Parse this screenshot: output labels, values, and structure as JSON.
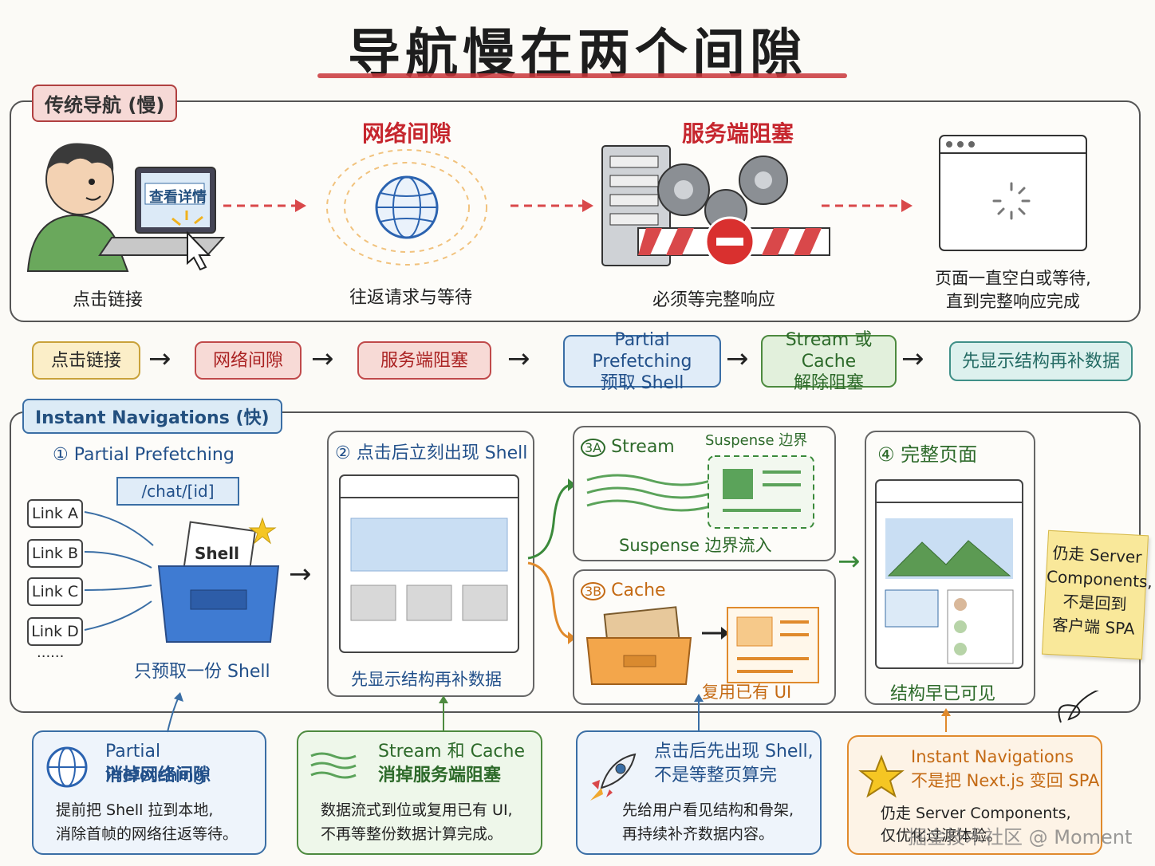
{
  "title": "导航慢在两个间隙",
  "slow": {
    "tag": "传统导航 (慢)",
    "laptop_text": "查看详情",
    "network_label": "网络间隙",
    "server_label": "服务端阻塞",
    "captions": {
      "click": "点击链接",
      "roundtrip": "往返请求与等待",
      "wait_response": "必须等完整响应",
      "blank_1": "页面一直空白或等待,",
      "blank_2": "直到完整响应完成"
    }
  },
  "flow": [
    {
      "text": "点击链接",
      "color": "yellow"
    },
    {
      "text": "网络间隙",
      "color": "red"
    },
    {
      "text": "服务端阻塞",
      "color": "red"
    },
    {
      "line1": "Partial Prefetching",
      "line2": "预取 Shell",
      "color": "blue"
    },
    {
      "line1": "Stream 或 Cache",
      "line2": "解除阻塞",
      "color": "green"
    },
    {
      "text": "先显示结构再补数据",
      "color": "teal"
    }
  ],
  "fast": {
    "tag": "Instant Navigations (快)",
    "step1": {
      "num": "①",
      "title": "Partial Prefetching",
      "route": "/chat/[id]",
      "links": [
        "Link A",
        "Link B",
        "Link C",
        "Link D"
      ],
      "more": "......",
      "box_label": "Shell",
      "caption": "只预取一份 Shell"
    },
    "step2": {
      "title": "② 点击后立刻出现 Shell",
      "caption": "先显示结构再补数据"
    },
    "step3a": {
      "num": "3A",
      "title": "Stream",
      "suspense_top": "Suspense 边界",
      "caption": "Suspense 边界流入"
    },
    "step3b": {
      "num": "3B",
      "title": "Cache",
      "caption": "复用已有 UI"
    },
    "step4": {
      "title": "④ 完整页面",
      "caption": "结构早已可见"
    },
    "sticky": {
      "l1": "仍走 Server",
      "l2": "Components,",
      "l3": "不是回到",
      "l4": "客户端 SPA"
    }
  },
  "bottom": [
    {
      "title1": "Partial Prefetching",
      "title2": "消掉网络间隙",
      "body1": "提前把 Shell 拉到本地,",
      "body2": "消除首帧的网络往返等待。",
      "icon": "globe-icon"
    },
    {
      "title1": "Stream 和 Cache",
      "title2": "消掉服务端阻塞",
      "body1": "数据流式到位或复用已有 UI,",
      "body2": "不再等整份数据计算完成。",
      "icon": "wave-icon"
    },
    {
      "title1": "点击后先出现 Shell,",
      "title2": "不是等整页算完",
      "body1": "先给用户看见结构和骨架,",
      "body2": "再持续补齐数据内容。",
      "icon": "rocket-icon"
    },
    {
      "title1": "Instant Navigations",
      "title2": "不是把 Next.js 变回 SPA",
      "body1": "仍走 Server Components,",
      "body2": "仅优化过渡体验。",
      "icon": "star-icon"
    }
  ],
  "watermark": "掘金技术社区 @ Moment"
}
